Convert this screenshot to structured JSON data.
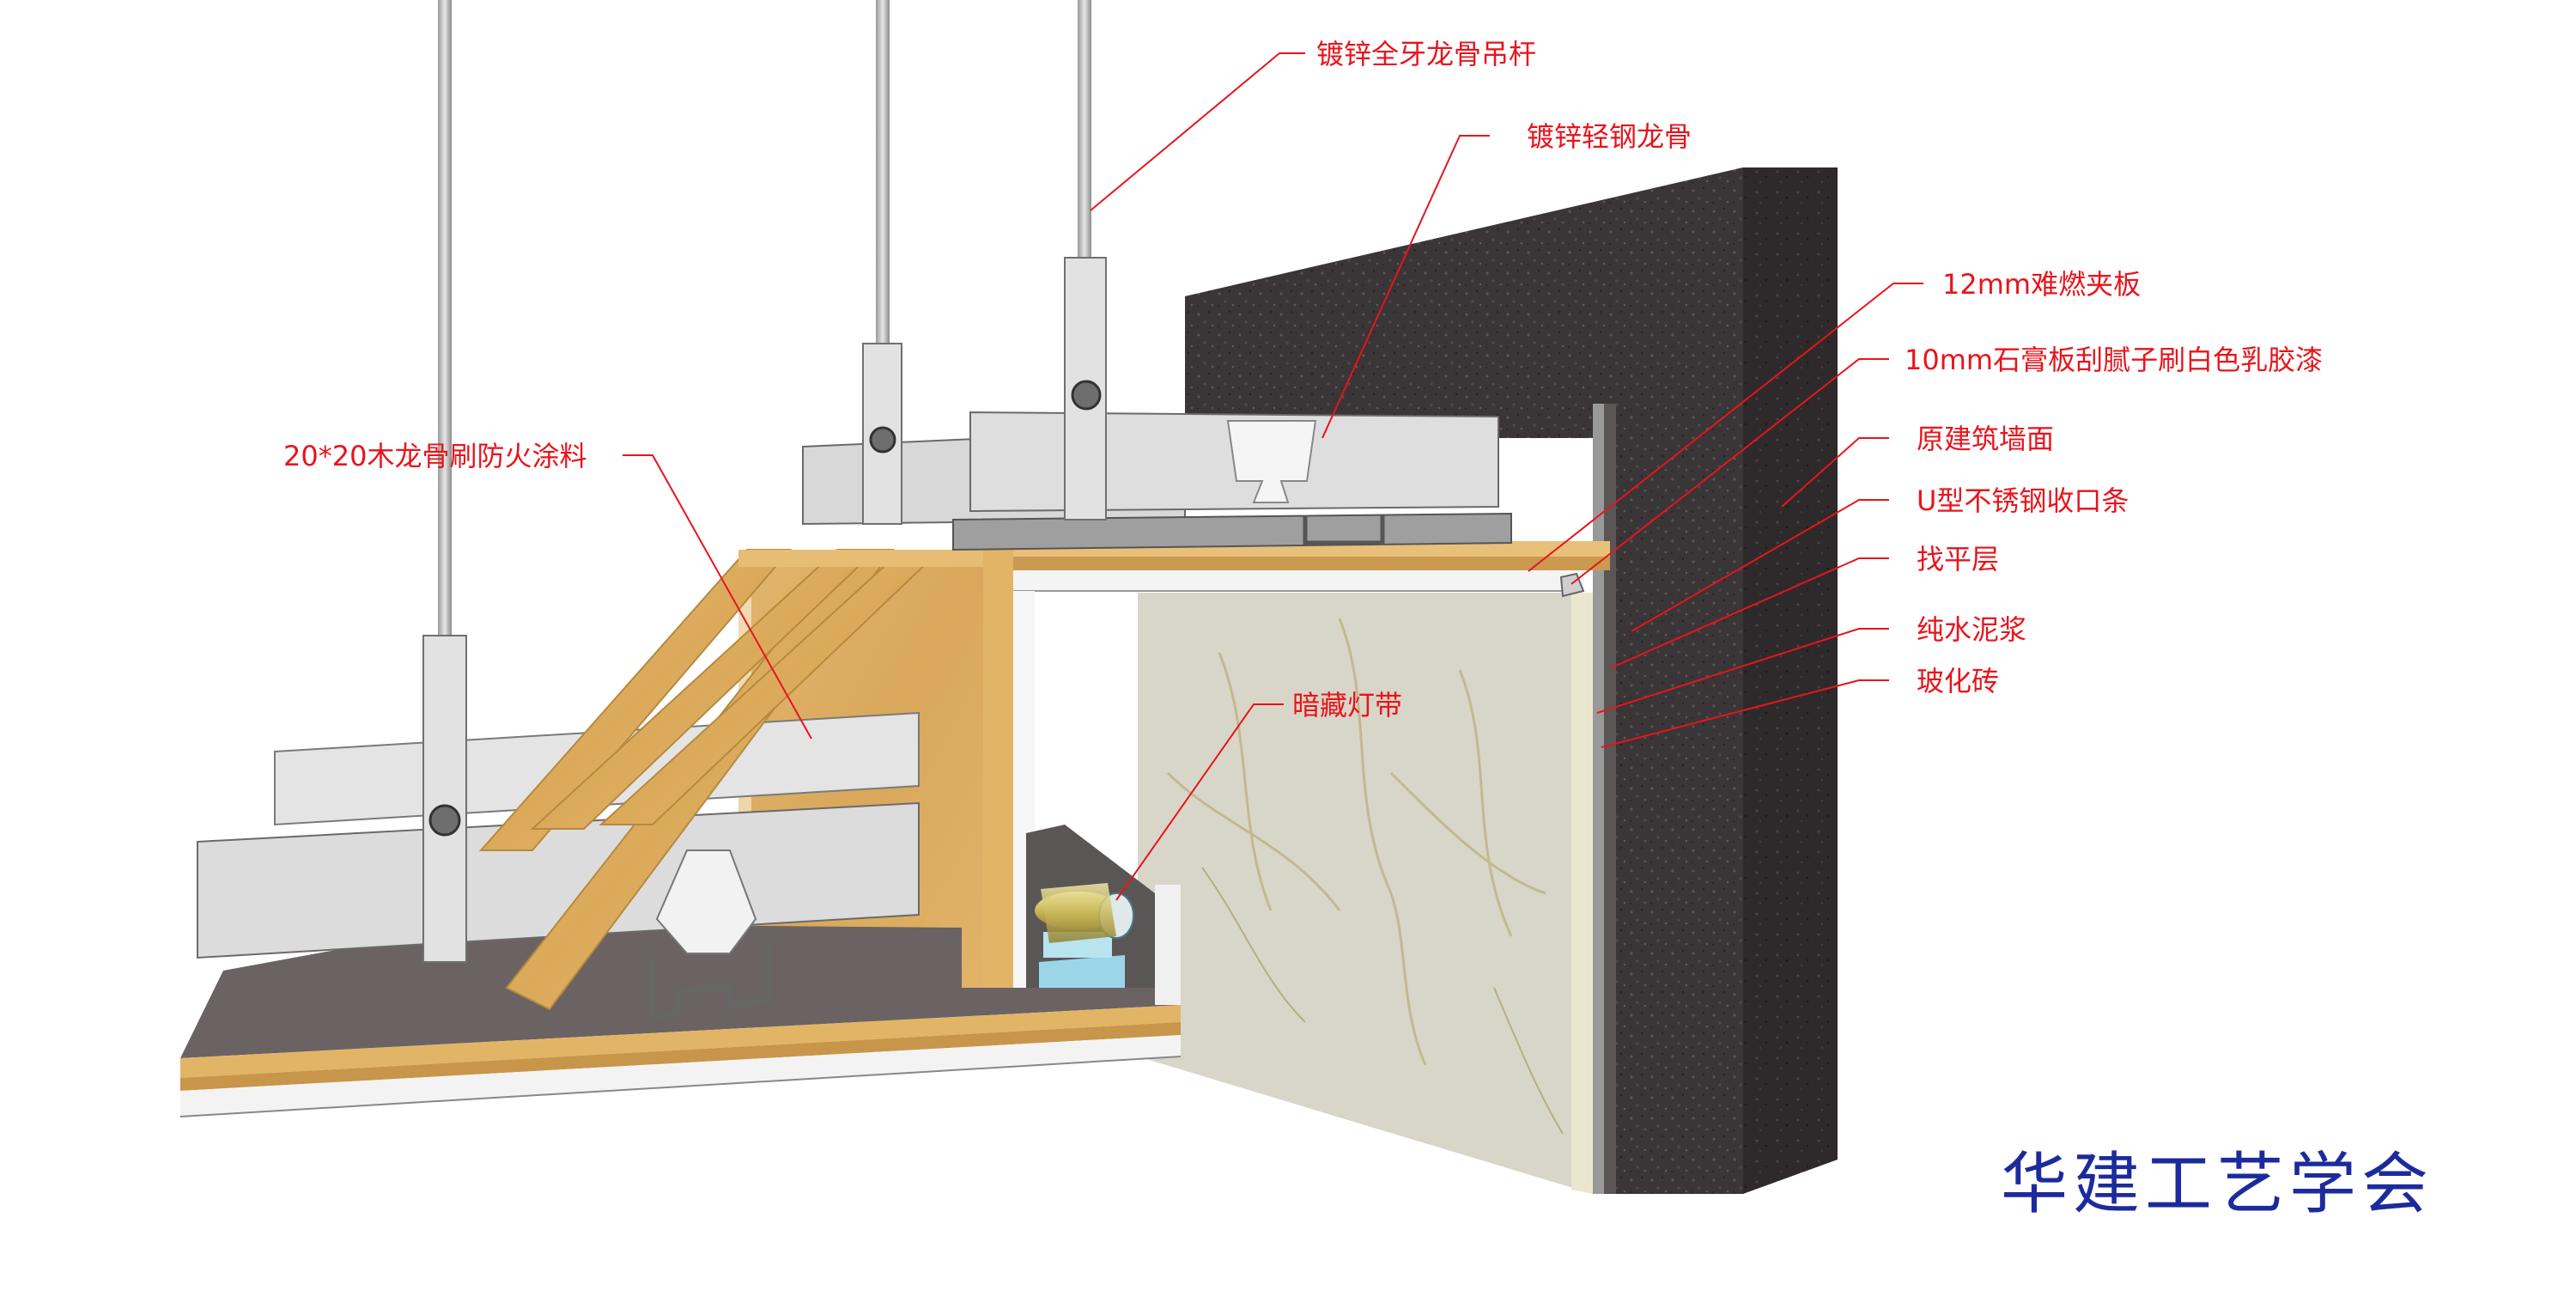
{
  "labels": {
    "rod": "镀锌全牙龙骨吊杆",
    "keel": "镀锌轻钢龙骨",
    "plywood": "12mm难燃夹板",
    "gypsum": "10mm石膏板刮腻子刷白色乳胶漆",
    "wall": "原建筑墙面",
    "ustrip": "U型不锈钢收口条",
    "level": "找平层",
    "cement": "纯水泥浆",
    "tile": "玻化砖",
    "wood": "20*20木龙骨刷防火涂料",
    "light": "暗藏灯带"
  },
  "brand": "华建工艺学会",
  "colors": {
    "label_red": "#e8141c",
    "brand_blue": "#1c2b9c",
    "wall_dark": "#3a3536",
    "wood": "#e3b568",
    "steel": "#d9d9d9",
    "tile": "#d8d6c8"
  }
}
